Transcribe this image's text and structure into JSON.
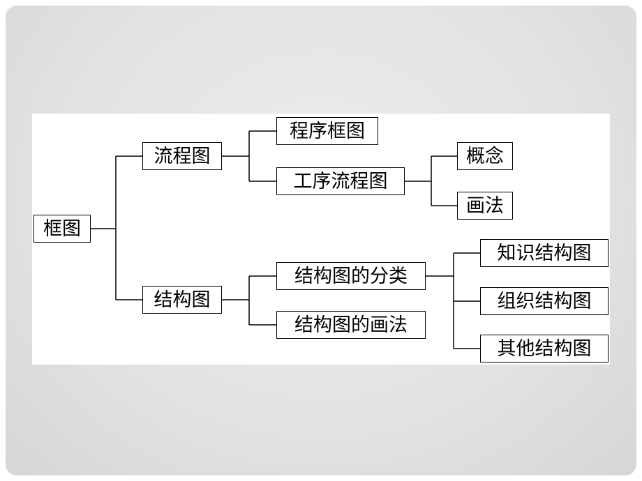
{
  "nodes": {
    "root": "框图",
    "flowchart": "流程图",
    "program_flowchart": "程序框图",
    "process_flowchart": "工序流程图",
    "concept": "概念",
    "drawing_method_1": "画法",
    "structure_chart": "结构图",
    "classification": "结构图的分类",
    "drawing_method_2": "结构图的画法",
    "knowledge_structure": "知识结构图",
    "organization_structure": "组织结构图",
    "other_structure": "其他结构图"
  }
}
